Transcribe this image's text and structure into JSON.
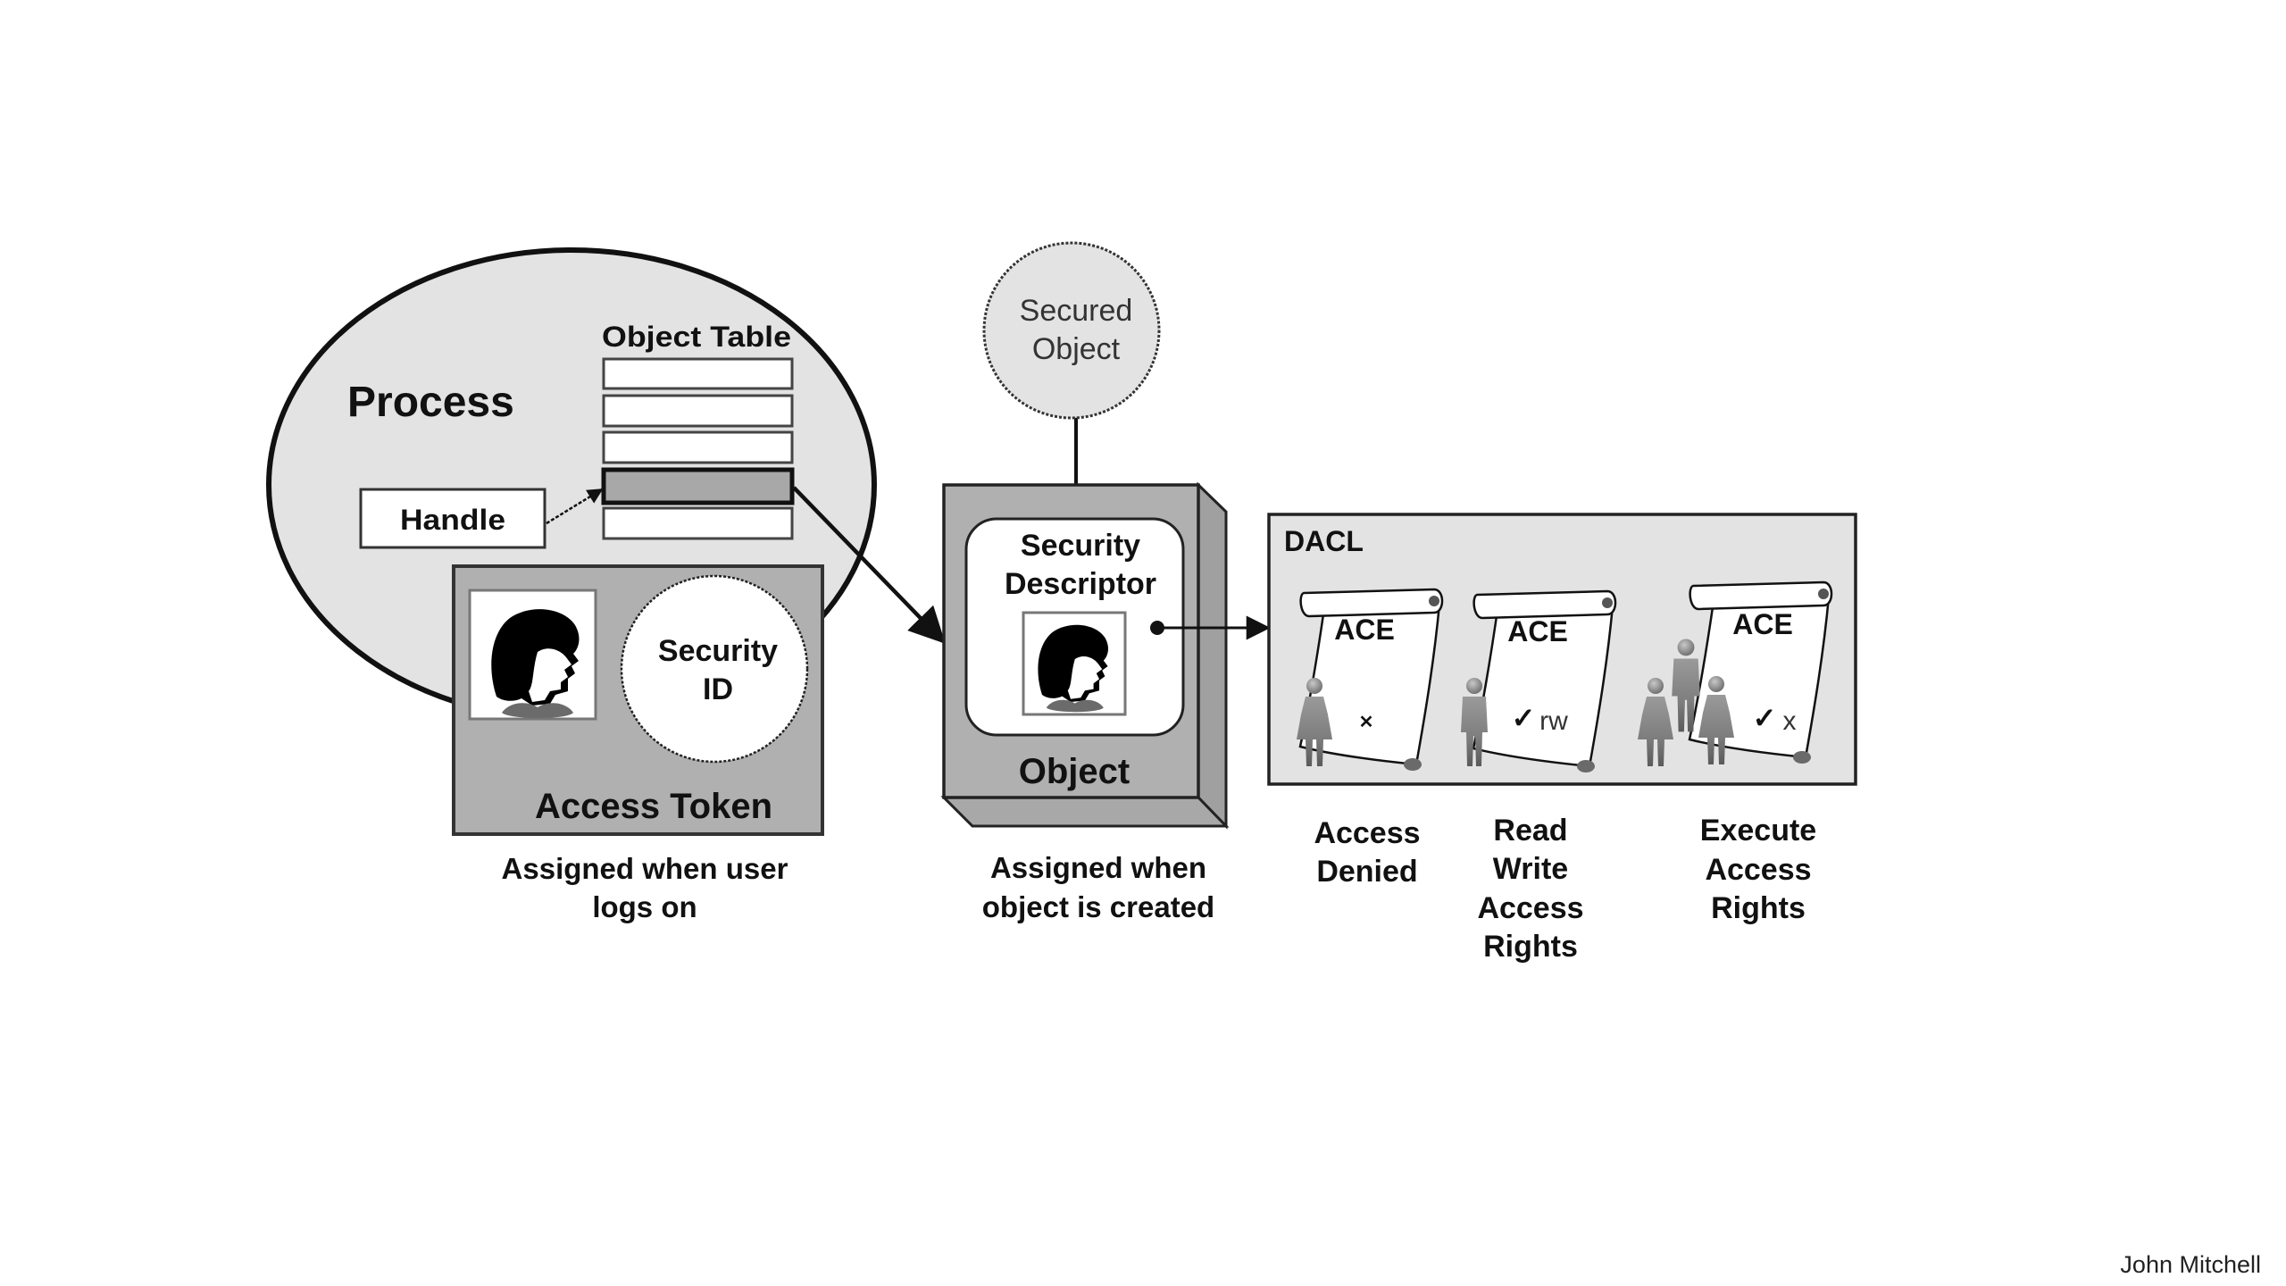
{
  "process": {
    "title": "Process",
    "object_table_label": "Object Table",
    "object_table_rows": 5,
    "selected_row_index": 3,
    "handle_label": "Handle"
  },
  "access_token": {
    "title": "Access Token",
    "security_id_line1": "Security",
    "security_id_line2": "ID",
    "caption_line1": "Assigned when user",
    "caption_line2": "logs on",
    "icon": "user-face-icon"
  },
  "secured_object": {
    "line1": "Secured",
    "line2": "Object"
  },
  "object": {
    "title": "Object",
    "descriptor_line1": "Security",
    "descriptor_line2": "Descriptor",
    "caption_line1": "Assigned when",
    "caption_line2": "object is created",
    "icon": "user-face-icon"
  },
  "dacl": {
    "title": "DACL",
    "aces": [
      {
        "label": "ACE",
        "mark": "✕",
        "mark_text": "",
        "icon": "single-woman-icon",
        "caption": [
          "Access",
          "Denied"
        ]
      },
      {
        "label": "ACE",
        "mark": "✓",
        "mark_text": "rw",
        "icon": "single-man-icon",
        "caption": [
          "Read",
          "Write",
          "Access",
          "Rights"
        ]
      },
      {
        "label": "ACE",
        "mark": "✓",
        "mark_text": "x",
        "icon": "group-icon",
        "caption": [
          "Execute",
          "Access",
          "Rights"
        ]
      }
    ]
  },
  "colors": {
    "light_gray": "#e3e3e3",
    "mid_gray": "#b0b0b0",
    "dark_gray": "#8a8a8a",
    "white": "#ffffff",
    "stroke": "#111111"
  },
  "footer": {
    "author": "John Mitchell"
  }
}
